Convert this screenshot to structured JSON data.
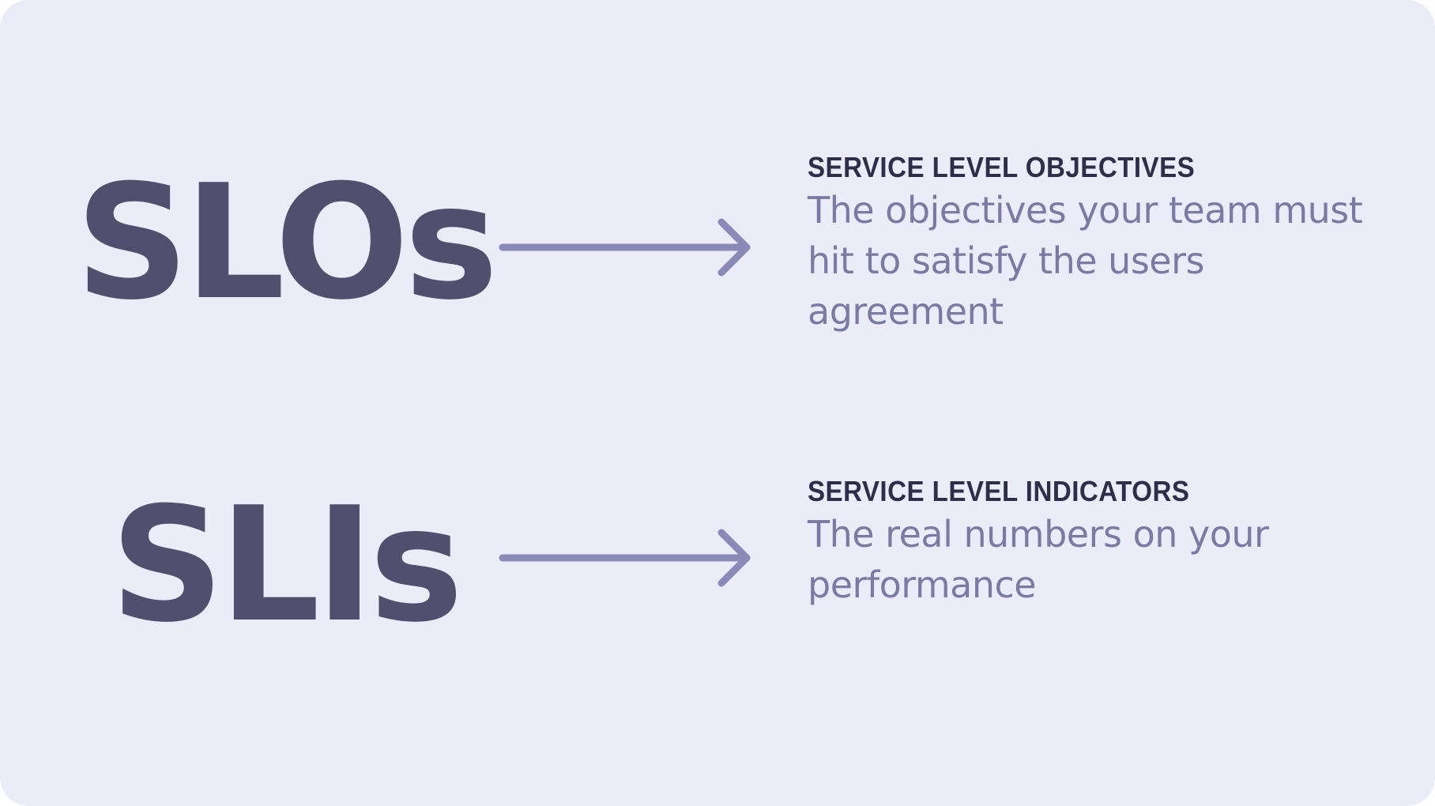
{
  "colors": {
    "card_background": "#ECECF8",
    "acronym": "#50506E",
    "heading": "#2E2E48",
    "body": "#7A7AA2",
    "arrow": "#8A8AB8"
  },
  "items": [
    {
      "acronym": "SLOs",
      "arrow_icon": "arrow-right-icon",
      "heading": "SERVICE LEVEL OBJECTIVES",
      "description": "The objectives your team must hit to satisfy the users agreement"
    },
    {
      "acronym": "SLIs",
      "arrow_icon": "arrow-right-icon",
      "heading": "SERVICE LEVEL INDICATORS",
      "description": "The real numbers on your performance"
    }
  ]
}
